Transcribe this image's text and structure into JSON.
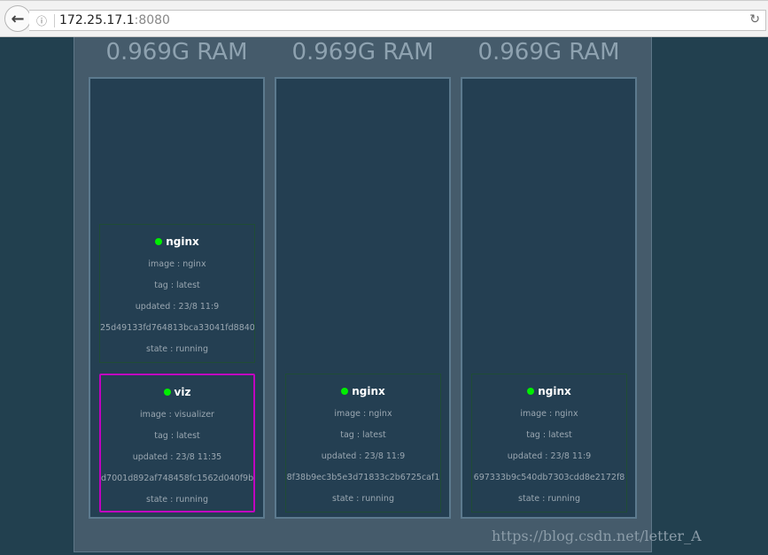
{
  "browser": {
    "address_host": "172.25.17.1",
    "address_port": ":8080"
  },
  "nodes": [
    {
      "ram": "0.969G RAM",
      "containers": [
        {
          "name": "nginx",
          "image": "image : nginx",
          "tag": "tag : latest",
          "updated": "updated : 23/8 11:9",
          "id": "25d49133fd764813bca33041fd8840",
          "state": "state : running",
          "highlight": false
        },
        {
          "name": "viz",
          "image": "image : visualizer",
          "tag": "tag : latest",
          "updated": "updated : 23/8 11:35",
          "id": "d7001d892af748458fc1562d040f9b",
          "state": "state : running",
          "highlight": true
        }
      ]
    },
    {
      "ram": "0.969G RAM",
      "containers": [
        {
          "name": "nginx",
          "image": "image : nginx",
          "tag": "tag : latest",
          "updated": "updated : 23/8 11:9",
          "id": "8f38b9ec3b5e3d71833c2b6725caf1",
          "state": "state : running",
          "highlight": false
        }
      ]
    },
    {
      "ram": "0.969G RAM",
      "containers": [
        {
          "name": "nginx",
          "image": "image : nginx",
          "tag": "tag : latest",
          "updated": "updated : 23/8 11:9",
          "id": "697333b9c540db7303cdd8e2172f8",
          "state": "state : running",
          "highlight": false
        }
      ]
    }
  ],
  "colors": {
    "running": "#00ee00",
    "highlight": "#c000c0",
    "background": "#22404f"
  },
  "watermark": "https://blog.csdn.net/letter_A"
}
